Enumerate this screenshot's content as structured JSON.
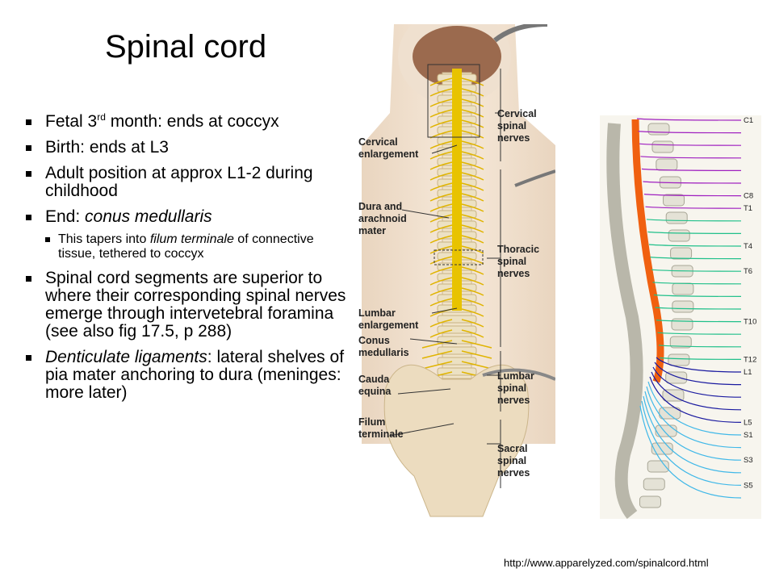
{
  "slide": {
    "title": "Spinal cord",
    "bullets": [
      {
        "pre": "Fetal 3",
        "sup": "rd",
        "post": " month: ends at coccyx"
      },
      {
        "text": "Birth: ends at L3"
      },
      {
        "text": "Adult position at approx  L1-2 during childhood"
      },
      {
        "pre": "End: ",
        "em": "conus medullaris",
        "sub": {
          "pre": "This tapers into ",
          "em": "filum terminale",
          "post": " of connective tissue, tethered to coccyx"
        }
      },
      {
        "text": "Spinal cord segments are superior to where their corresponding spinal nerves emerge through intervetebral foramina (see also fig 17.5, p 288)"
      },
      {
        "em": "Denticulate ligaments",
        "post": ": lateral shelves of pia mater anchoring to dura (meninges: more later)"
      }
    ],
    "source": "http://www.apparelyzed.com/spinalcord.html"
  },
  "figure_left": {
    "labels_left": {
      "cervical_enlargement": [
        "Cervical",
        "enlargement"
      ],
      "dura_arachnoid": [
        "Dura and",
        "arachnoid",
        "mater"
      ],
      "lumbar_enlargement": [
        "Lumbar",
        "enlargement"
      ],
      "conus_medullaris": [
        "Conus",
        "medullaris"
      ],
      "cauda_equina": [
        "Cauda",
        "equina"
      ],
      "filum_terminale": [
        "Filum",
        "terminale"
      ]
    },
    "labels_right": {
      "cervical_nerves": [
        "Cervical",
        "spinal",
        "nerves"
      ],
      "thoracic_nerves": [
        "Thoracic",
        "spinal",
        "nerves"
      ],
      "lumbar_nerves": [
        "Lumbar",
        "spinal",
        "nerves"
      ],
      "sacral_nerves": [
        "Sacral",
        "spinal",
        "nerves"
      ]
    }
  },
  "figure_right": {
    "segment_labels": [
      "C1",
      "C8",
      "T1",
      "T4",
      "T6",
      "T10",
      "T12",
      "L1",
      "L5",
      "S1",
      "S3",
      "S5"
    ],
    "colors": {
      "cervical": "#a020c0",
      "thoracic": "#20c08a",
      "lumbar": "#1a1aa0",
      "sacral": "#40b8e8",
      "cord": "#f06010"
    }
  }
}
